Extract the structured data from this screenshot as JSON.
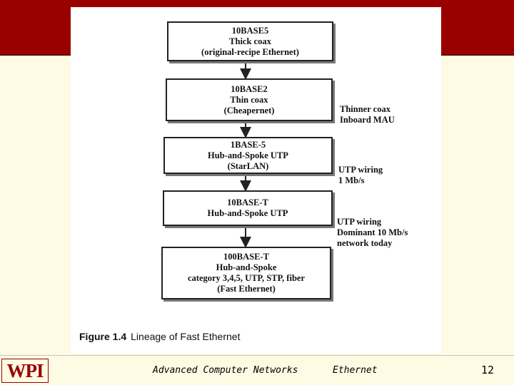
{
  "slide": {
    "footer": {
      "logo_text": "WPI",
      "course": "Advanced Computer Networks",
      "topic": "Ethernet",
      "page_number": "12"
    }
  },
  "figure": {
    "nodes": [
      {
        "lines": [
          "10BASE5",
          "Thick coax",
          "(original-recipe Ethernet)"
        ]
      },
      {
        "lines": [
          "10BASE2",
          "Thin coax",
          "(Cheapernet)"
        ]
      },
      {
        "lines": [
          "1BASE-5",
          "Hub-and-Spoke UTP",
          "(StarLAN)"
        ]
      },
      {
        "lines": [
          "10BASE-T",
          "Hub-and-Spoke UTP"
        ]
      },
      {
        "lines": [
          "100BASE-T",
          "Hub-and-Spoke",
          "category 3,4,5, UTP, STP, fiber",
          "(Fast Ethernet)"
        ]
      }
    ],
    "notes": [
      {
        "lines": [
          "Thinner coax",
          "Inboard MAU"
        ]
      },
      {
        "lines": [
          "UTP wiring",
          "1 Mb/s"
        ]
      },
      {
        "lines": [
          "UTP wiring",
          "Dominant 10 Mb/s",
          "network today"
        ]
      }
    ],
    "caption": {
      "label": "Figure 1.4",
      "text": "Lineage of Fast Ethernet"
    }
  }
}
